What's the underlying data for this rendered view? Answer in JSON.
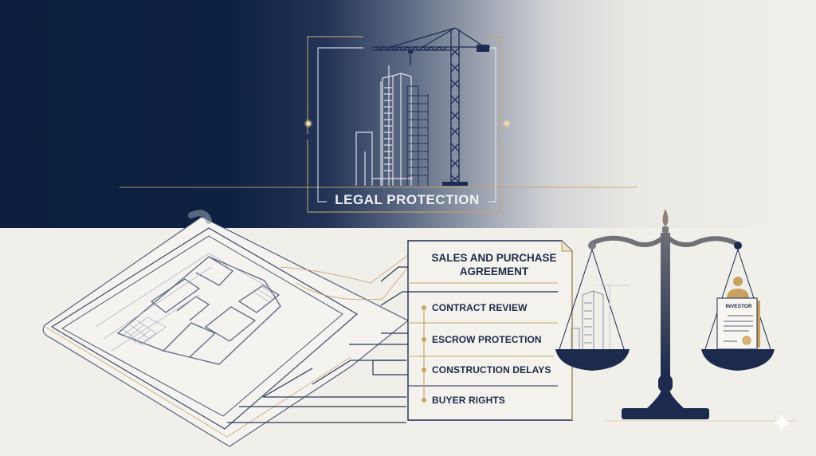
{
  "banner": {
    "title": "LEGAL PROTECTION",
    "colors": {
      "navy": "#0d2142",
      "gold": "#c8a56a",
      "light": "#f1efea"
    }
  },
  "document": {
    "title_line1": "SALES AND PURCHASE",
    "title_line2": "AGREEMENT",
    "items": [
      {
        "label": "CONTRACT REVIEW"
      },
      {
        "label": "ESCROW PROTECTION"
      },
      {
        "label": "CONSTRUCTION DELAYS"
      },
      {
        "label": "BUYER RIGHTS"
      }
    ]
  },
  "scale": {
    "left_pan": "building-with-crane",
    "right_pan_label": "INVESTOR"
  },
  "icons": [
    "construction-crane-icon",
    "building-icon",
    "blueprint-floorplan-icon",
    "scales-of-justice-icon",
    "investor-certificate-icon",
    "sparkle-icon"
  ]
}
